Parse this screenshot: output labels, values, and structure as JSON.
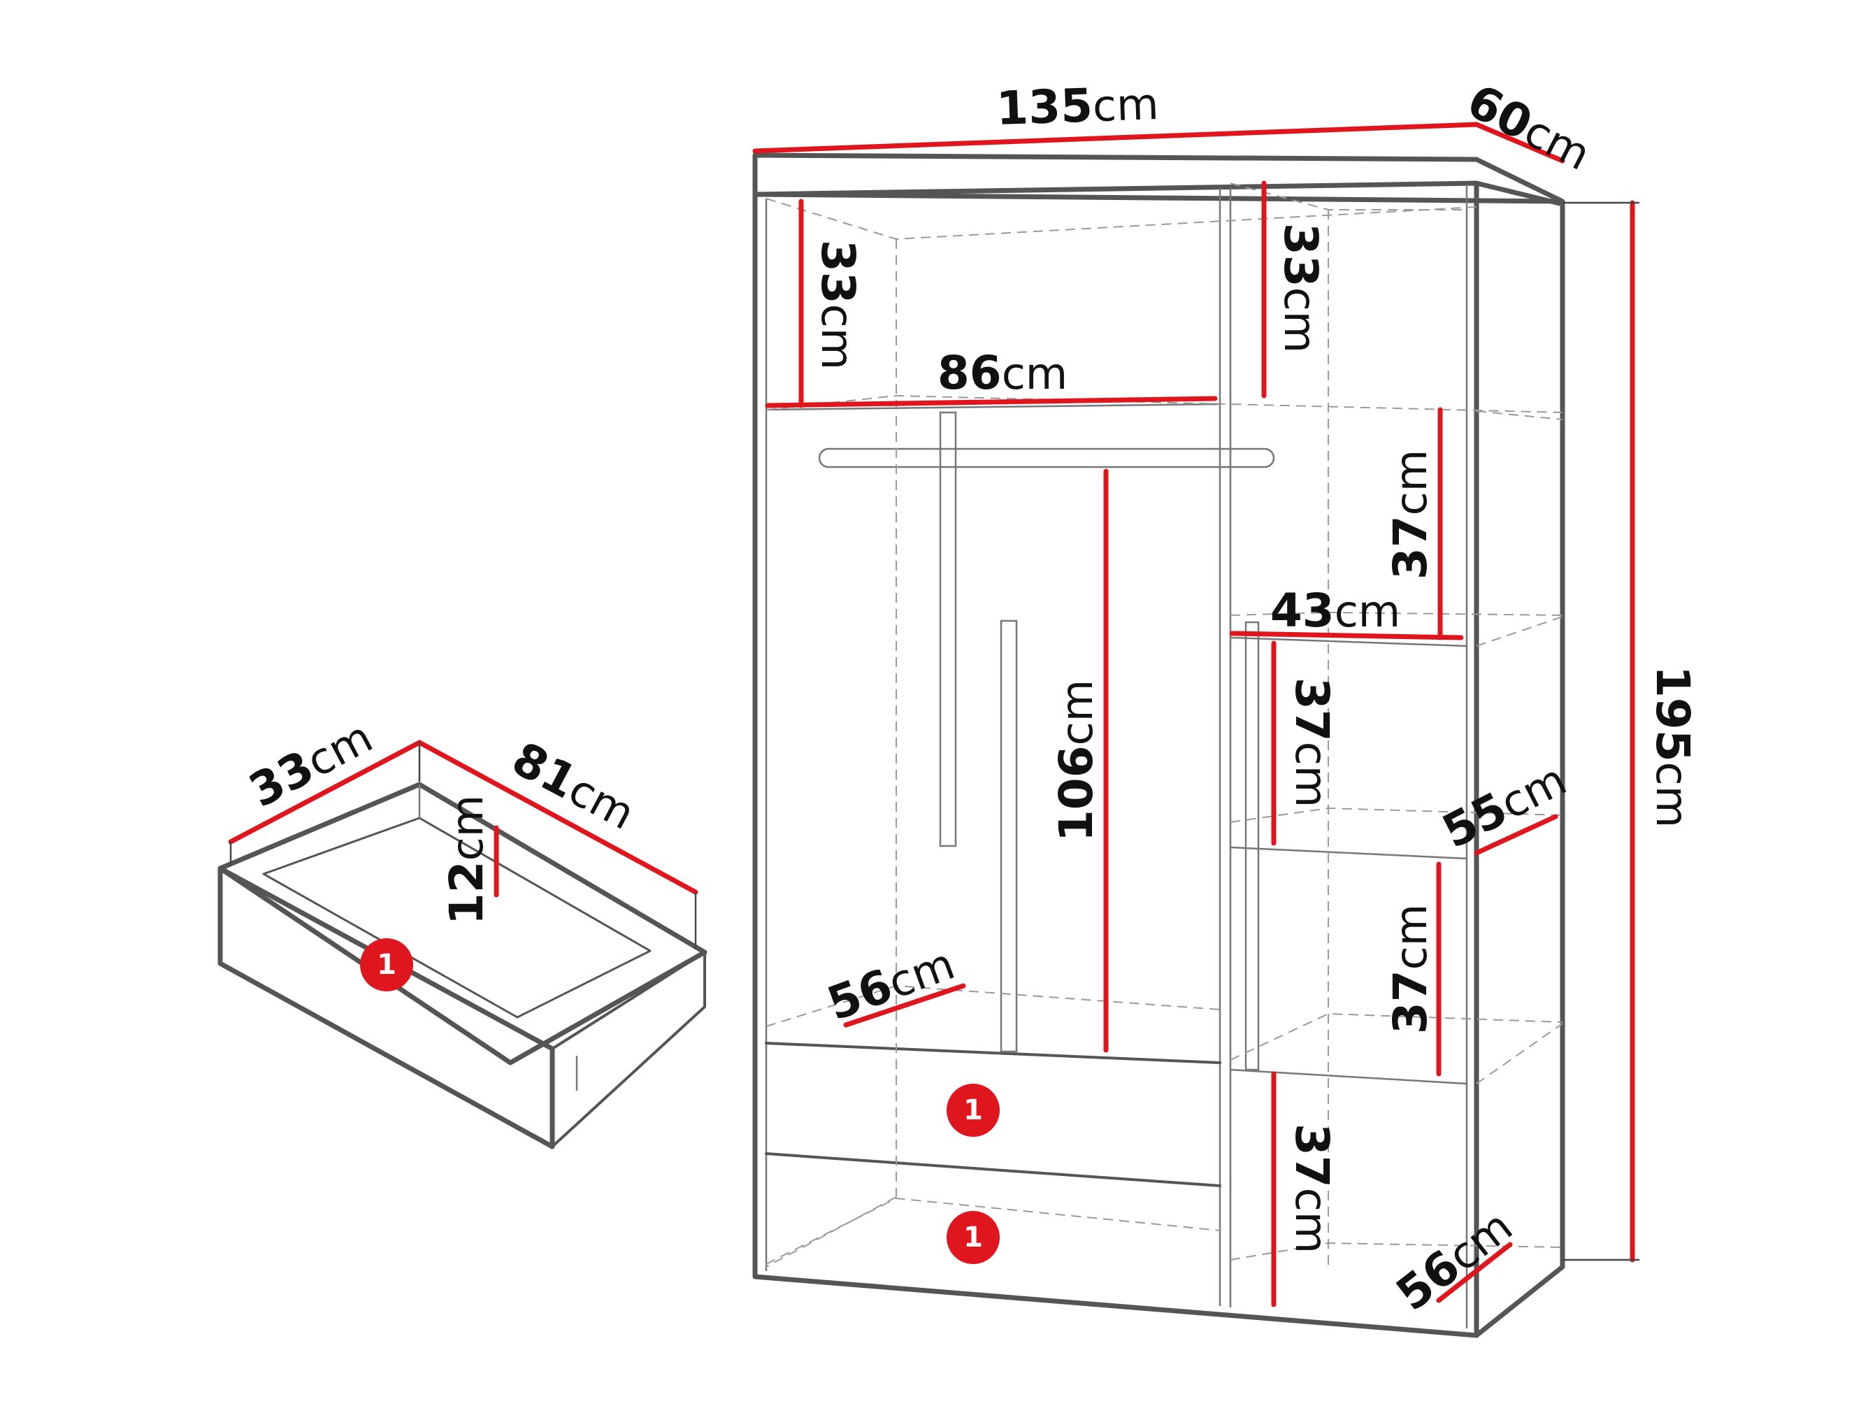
{
  "unit": "cm",
  "wardrobe": {
    "width": "135",
    "depth": "60",
    "height": "195",
    "top_shelf_left": "33",
    "top_shelf_right": "33",
    "hanging_width": "86",
    "hanging_height": "106",
    "shelf_width": "43",
    "shelf_1": "37",
    "shelf_2": "37",
    "shelf_3": "37",
    "shelf_4": "37",
    "shelf_depth_upper": "55",
    "shelf_depth_bottom": "56",
    "drawer_depth_inner": "56"
  },
  "drawer": {
    "depth": "33",
    "width": "81",
    "height": "12"
  },
  "badges": [
    "1",
    "1",
    "1"
  ],
  "colors": {
    "dimension_line": "#e0161e",
    "outline": "#555555",
    "badge": "#e0161e"
  }
}
